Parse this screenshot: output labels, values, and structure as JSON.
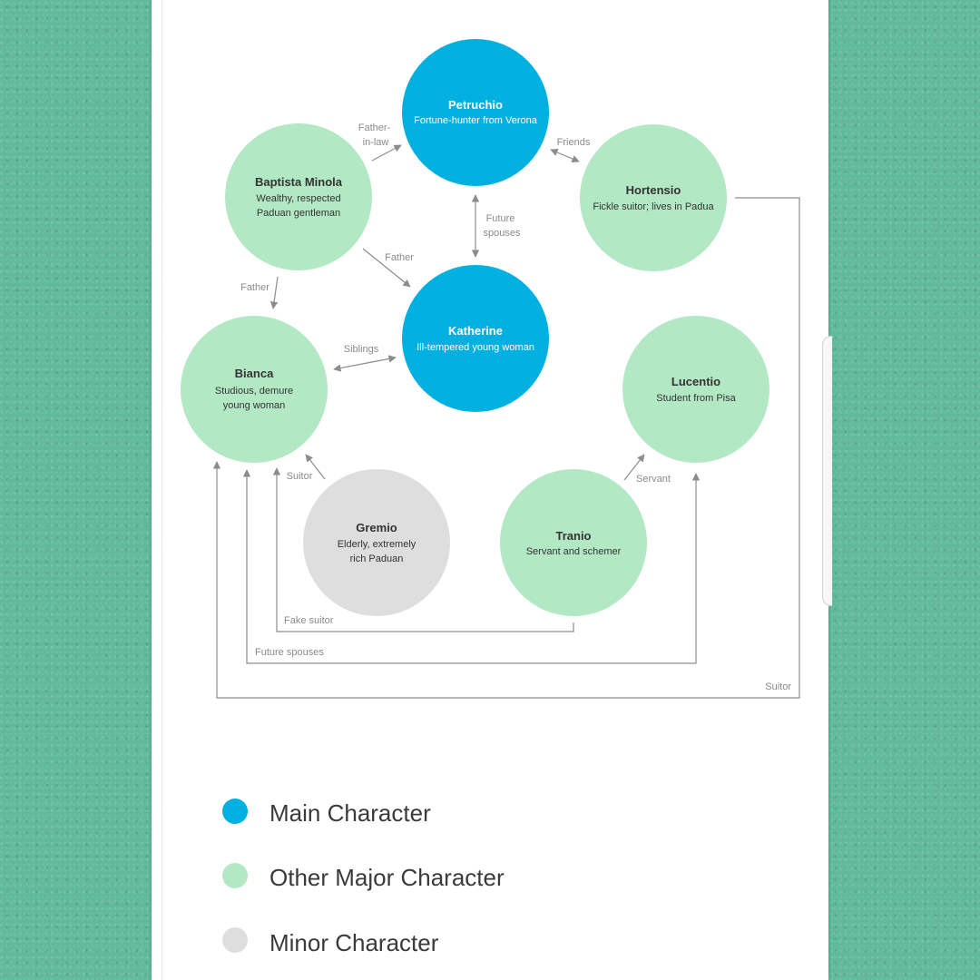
{
  "colors": {
    "main": "#00b0e0",
    "major": "#b2e8c4",
    "minor": "#dedede",
    "arrow": "#8c8c8c"
  },
  "nodes": {
    "petruchio": {
      "name": "Petruchio",
      "desc": [
        "Fortune-hunter from Verona"
      ],
      "type": "main"
    },
    "baptista": {
      "name": "Baptista Minola",
      "desc": [
        "Wealthy, respected",
        "Paduan gentleman"
      ],
      "type": "major"
    },
    "hortensio": {
      "name": "Hortensio",
      "desc": [
        "Fickle suitor; lives in Padua"
      ],
      "type": "major"
    },
    "katherine": {
      "name": "Katherine",
      "desc": [
        "Ill-tempered young woman"
      ],
      "type": "main"
    },
    "bianca": {
      "name": "Bianca",
      "desc": [
        "Studious, demure",
        "young woman"
      ],
      "type": "major"
    },
    "lucentio": {
      "name": "Lucentio",
      "desc": [
        "Student from Pisa"
      ],
      "type": "major"
    },
    "gremio": {
      "name": "Gremio",
      "desc": [
        "Elderly, extremely",
        "rich Paduan"
      ],
      "type": "minor"
    },
    "tranio": {
      "name": "Tranio",
      "desc": [
        "Servant and schemer"
      ],
      "type": "major"
    }
  },
  "relations": {
    "father_in_law": [
      "Father-",
      "in-law"
    ],
    "friends": "Friends",
    "future_spouses_pk": [
      "Future",
      "spouses"
    ],
    "father_k": "Father",
    "father_b": "Father",
    "siblings": "Siblings",
    "suitor_gremio": "Suitor",
    "servant": "Servant",
    "fake_suitor": "Fake suitor",
    "future_spouses_bl": "Future spouses",
    "suitor_hortensio": "Suitor"
  },
  "legend": [
    {
      "label": "Main Character",
      "type": "main"
    },
    {
      "label": "Other Major Character",
      "type": "major"
    },
    {
      "label": "Minor Character",
      "type": "minor"
    }
  ]
}
